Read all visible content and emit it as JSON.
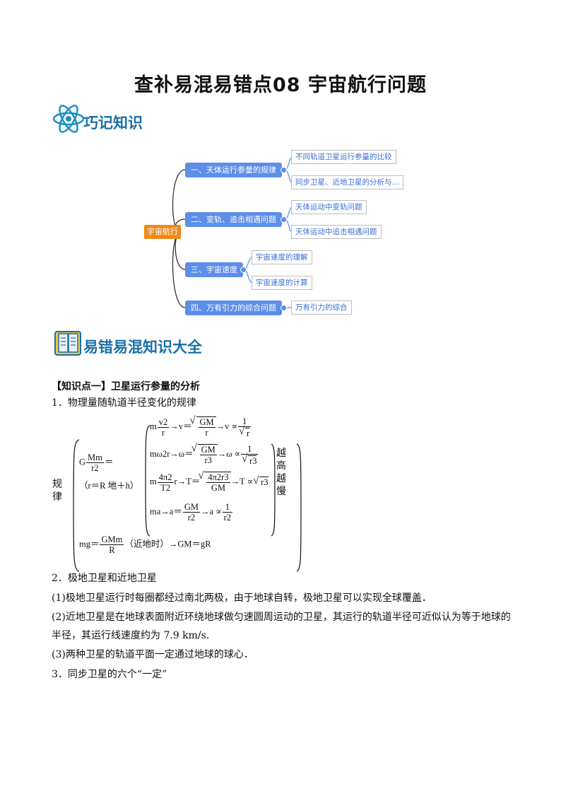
{
  "title": "查补易混易错点08 宇宙航行问题",
  "section1": {
    "heading": "巧记知识",
    "icon": "atom-icon"
  },
  "mindmap": {
    "root": "宇宙航行",
    "branches": [
      {
        "label": "一、天体运行参量的规律",
        "leaves": [
          "不同轨道卫星运行参量的比较",
          "同步卫星、近地卫星的分析与…"
        ]
      },
      {
        "label": "二、变轨、追击相遇问题",
        "leaves": [
          "天体运动中变轨问题",
          "天体运动中追击相遇问题"
        ]
      },
      {
        "label": "三、宇宙速度",
        "leaves": [
          "宇宙速度的理解",
          "宇宙速度的计算"
        ]
      },
      {
        "label": "四、万有引力的综合问题",
        "leaves": [
          "万有引力的综合"
        ]
      }
    ],
    "colors": {
      "root": "#ef8a1a",
      "branch": "#5d8eea",
      "leaf_text": "#3a6ed8",
      "line": "#333333"
    }
  },
  "section2": {
    "heading": "易错易混知识大全",
    "icon": "book-icon"
  },
  "knowledge": {
    "point1_title": "【知识点一】卫星运行参量的分析",
    "item1": "1．物理量随轨道半径变化的规律",
    "side_label": [
      "规",
      "律"
    ],
    "formula_left": {
      "g": "G",
      "mm": "Mm",
      "r2": "r2",
      "eq": "＝",
      "cond": "（r＝R 地＋h）"
    },
    "formulas": {
      "v": {
        "m": "m",
        "num": "v2",
        "den": "r",
        "arrow1": "→v＝",
        "sq_num": "GM",
        "sq_den": "r",
        "arrow2": "→v ∝",
        "p_num": "1",
        "p_den": "r"
      },
      "w": {
        "lhs": "mω2r→ω＝",
        "sq_num": "GM",
        "sq_den": "r3",
        "arrow2": "→ω ∝",
        "p_num": "1",
        "p_den": "r3"
      },
      "T": {
        "m": "m",
        "num": "4π2",
        "den": "T2",
        "mid": "r→T＝",
        "sq_num": "4π2r3",
        "sq_den": "GM",
        "arrow2": "→T ∝",
        "sq2": "r3"
      },
      "a": {
        "lhs": "ma→a＝",
        "num": "GM",
        "den": "r2",
        "arrow2": "→a ∝",
        "p_num": "1",
        "p_den": "r2"
      },
      "g": {
        "lhs": "mg＝",
        "num": "GMm",
        "den": "R",
        "rest": "（近地时）→GM＝gR"
      }
    },
    "right_label": [
      "越",
      "高",
      "越",
      "慢"
    ],
    "item2": "2．极地卫星和近地卫星",
    "p1": "(1)极地卫星运行时每圈都经过南北两极，由于地球自转，极地卫星可以实现全球覆盖．",
    "p2a": "(2)近地卫星是在地球表面附近环绕地球做匀速圆周运动的卫星，其运行的轨道半径可近似认为等于地球的",
    "p2b": "半径，其运行线速度约为 7.9 km/s.",
    "p3": "(3)两种卫星的轨道平面一定通过地球的球心．",
    "item3": "3．同步卫星的六个“一定”"
  }
}
